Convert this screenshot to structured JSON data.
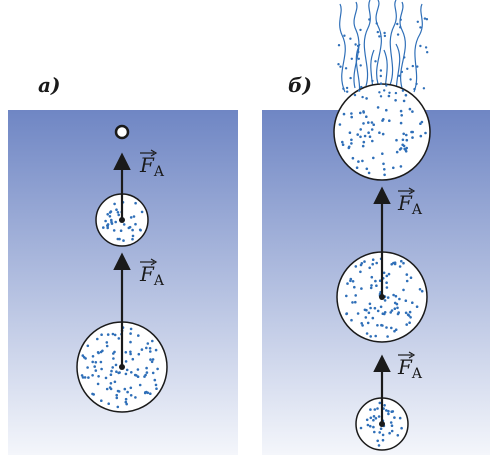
{
  "panels": [
    {
      "label": "а)",
      "force_label": "F",
      "force_subscript": "A"
    },
    {
      "label": "б)",
      "force_label": "F",
      "force_subscript": "A"
    }
  ],
  "colors": {
    "water_top": "#6f86c4",
    "water_bottom": "#f4f6fb",
    "bubble_fill": "#ffffff",
    "bubble_outline": "#1a1a1a",
    "dots": "#2f6fb8",
    "arrow": "#1a1a1a",
    "steam": "#2f6fb8"
  }
}
